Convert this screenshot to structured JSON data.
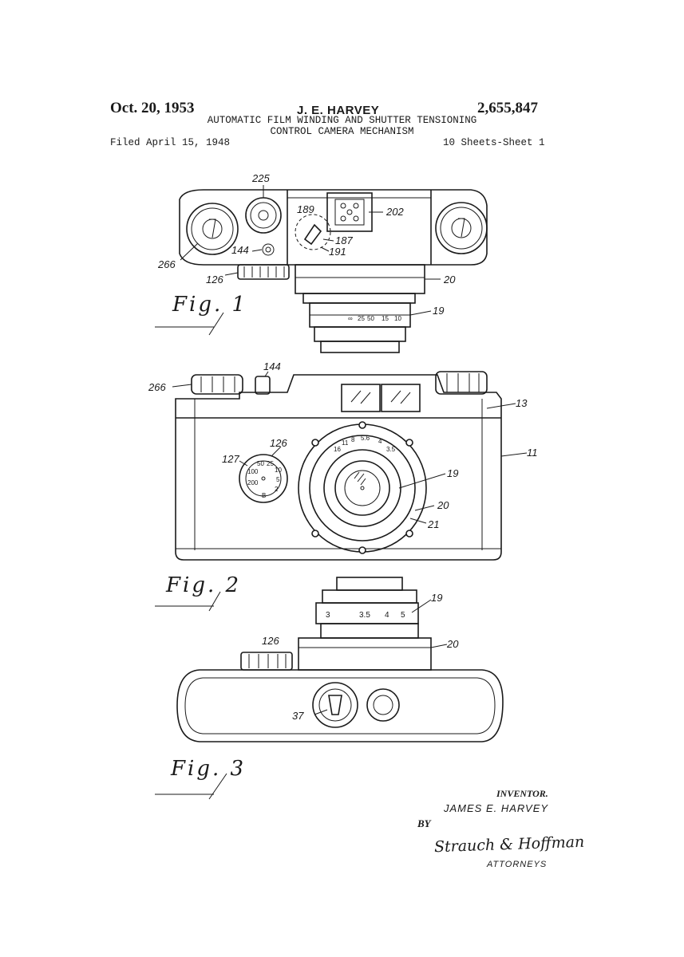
{
  "header": {
    "date": "Oct. 20, 1953",
    "inventor_short": "J. E. HARVEY",
    "patent_number": "2,655,847",
    "title_line1": "AUTOMATIC FILM WINDING AND SHUTTER TENSIONING",
    "title_line2": "CONTROL CAMERA MECHANISM",
    "filed": "Filed April 15, 1948",
    "sheets": "10 Sheets-Sheet 1"
  },
  "figures": {
    "fig1": {
      "caption": "Fig. 1",
      "refs": {
        "r225": "225",
        "r202": "202",
        "r189": "189",
        "r187": "187",
        "r191": "191",
        "r144": "144",
        "r266": "266",
        "r126": "126",
        "r20": "20",
        "r19": "19"
      },
      "scale": [
        "∞",
        "25",
        "50",
        "15",
        "10"
      ]
    },
    "fig2": {
      "caption": "Fig. 2",
      "refs": {
        "r144": "144",
        "r266": "266",
        "r13": "13",
        "r126": "126",
        "r11": "11",
        "r127": "127",
        "r19": "19",
        "r20": "20",
        "r21": "21"
      },
      "aperture_scale": [
        "16",
        "11",
        "8",
        "5.6",
        "4",
        "3.5"
      ],
      "speed_dial": [
        "B",
        "2",
        "5",
        "10",
        "25",
        "50",
        "100",
        "200"
      ]
    },
    "fig3": {
      "caption": "Fig. 3",
      "refs": {
        "r19": "19",
        "r126": "126",
        "r20": "20",
        "r37": "37"
      },
      "scale": [
        "3",
        "3.5",
        "4",
        "5"
      ]
    }
  },
  "footer": {
    "inventor_label": "INVENTOR.",
    "inventor_name": "JAMES E. HARVEY",
    "by": "BY",
    "signature": "Strauch & Hoffman",
    "attorneys": "ATTORNEYS"
  }
}
